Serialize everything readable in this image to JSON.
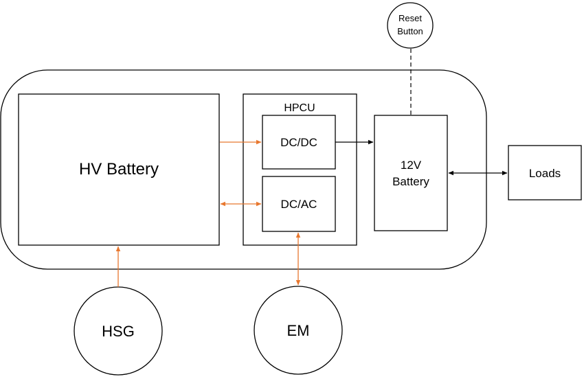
{
  "colors": {
    "orange_arrow": "#E8772E",
    "black_arrow": "#000000",
    "stroke": "#000000",
    "background": "#ffffff"
  },
  "blocks": {
    "hv_battery": "HV Battery",
    "hpcu": "HPCU",
    "dcdc": "DC/DC",
    "dcac": "DC/AC",
    "battery_12v_line1": "12V",
    "battery_12v_line2": "Battery",
    "loads": "Loads"
  },
  "circles": {
    "reset_line1": "Reset",
    "reset_line2": "Button",
    "hsg": "HSG",
    "em": "EM"
  }
}
